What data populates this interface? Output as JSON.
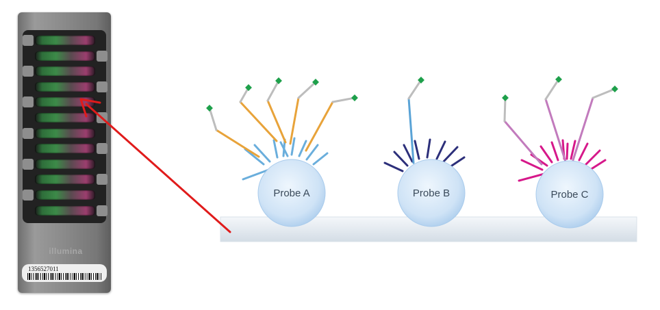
{
  "chip": {
    "serial": "1356527011",
    "brand": "illumina"
  },
  "probes": [
    {
      "label": "Probe A",
      "color": "#e8a33a",
      "bristle_color": "#6aaedc"
    },
    {
      "label": "Probe B",
      "color": "#5aa3d6",
      "bristle_color": "#2c2f7a"
    },
    {
      "label": "Probe C",
      "color": "#c27bbd",
      "bristle_color": "#d6188a"
    }
  ],
  "colors": {
    "arrow": "#e01b1b",
    "bead_fill": "#cfe3f6",
    "bead_edge": "#a9cbec",
    "marker": "#1ea04b",
    "surface": "#dfe7ef"
  }
}
